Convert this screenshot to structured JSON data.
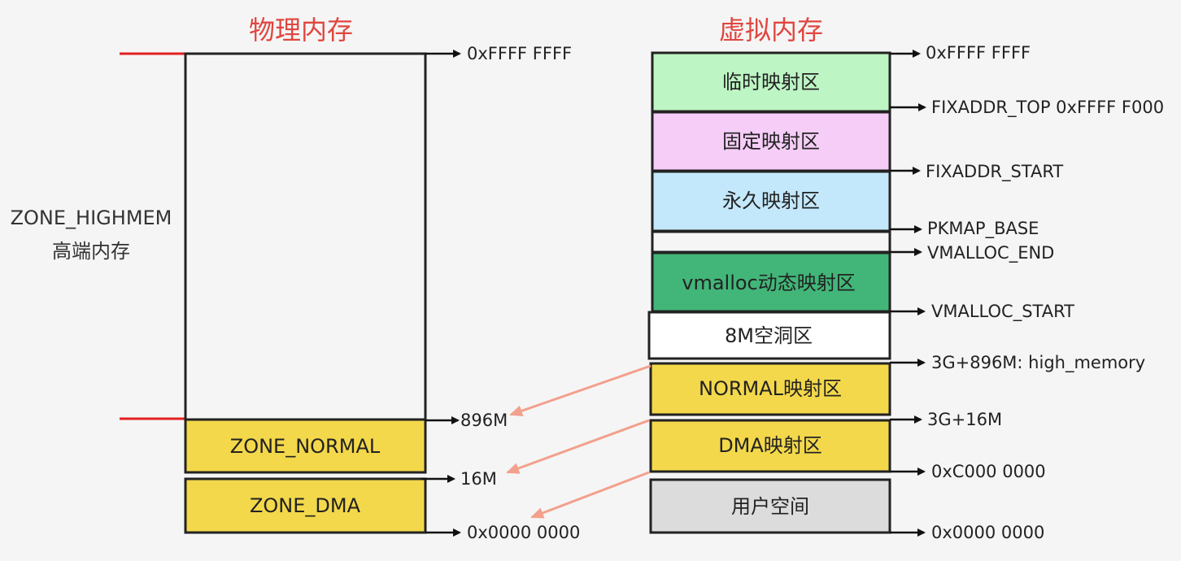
{
  "physical": {
    "title": "物理内存",
    "zone_highmem": "ZONE_HIGHMEM",
    "zone_highmem_cn": "高端内存",
    "zone_normal": "ZONE_NORMAL",
    "zone_dma": "ZONE_DMA",
    "addr_top": "0xFFFF FFFF",
    "addr_896m": "896M",
    "addr_16m": "16M",
    "addr_zero": "0x0000 0000"
  },
  "virtual": {
    "title": "虚拟内存",
    "blocks": {
      "temp_map": "临时映射区",
      "fixed_map": "固定映射区",
      "perm_map": "永久映射区",
      "vmalloc": "vmalloc动态映射区",
      "hole": "8M空洞区",
      "normal_map": "NORMAL映射区",
      "dma_map": "DMA映射区",
      "user": "用户空间"
    },
    "labels": {
      "top": "0xFFFF FFFF",
      "fixaddr_top": "FIXADDR_TOP  0xFFFF F000",
      "fixaddr_start": "FIXADDR_START",
      "pkmap_base": "PKMAP_BASE",
      "vmalloc_end": "VMALLOC_END",
      "vmalloc_start": "VMALLOC_START",
      "high_memory": "3G+896M: high_memory",
      "g16m": "3G+16M",
      "c000": "0xC000 0000",
      "zero": "0x0000 0000"
    }
  },
  "colors": {
    "title_red": "#e0463f",
    "zone_yellow": "#f3d84b",
    "temp_green": "#bdf5c4",
    "fixed_pink": "#f5cdf7",
    "perm_blue": "#c4e8fb",
    "vmalloc_green": "#42b678",
    "user_gray": "#dcdcdc",
    "mapping_arrow": "#f3a08d",
    "boundary_red": "#e32020"
  }
}
